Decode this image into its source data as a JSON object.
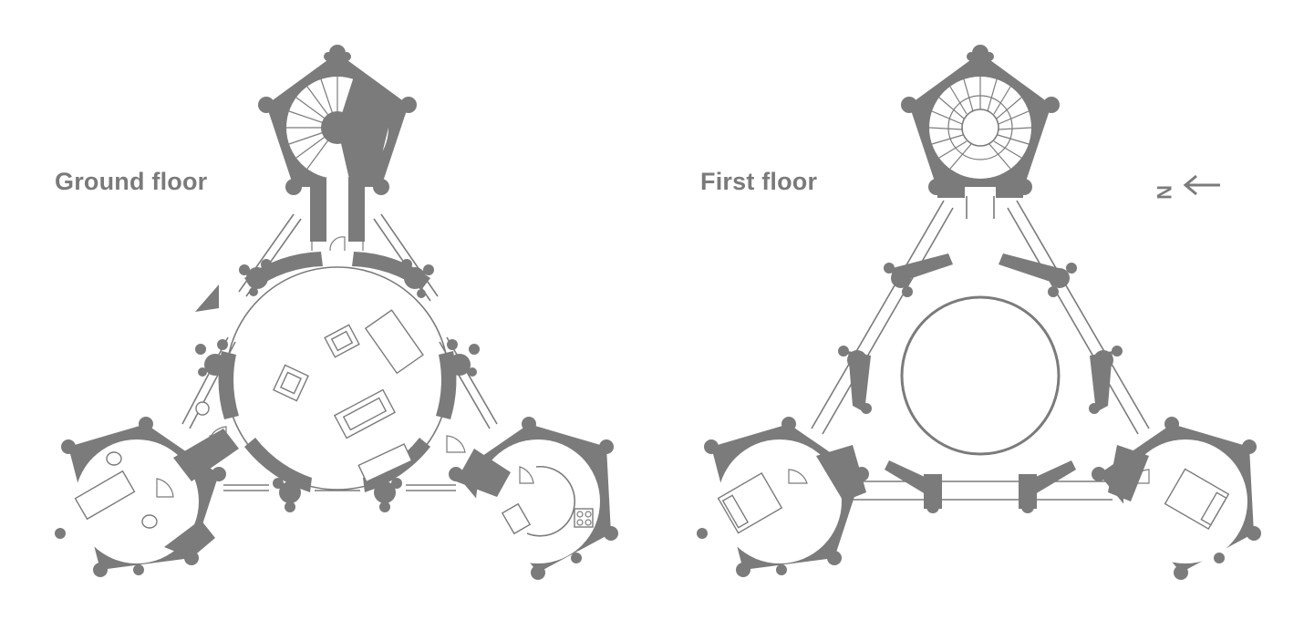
{
  "labels": {
    "ground_floor": "Ground floor",
    "first_floor": "First floor",
    "north_letter": "N"
  },
  "colors": {
    "wall": "#7b7b7b",
    "text": "#7a7a7a",
    "background": "#ffffff"
  },
  "icons": {
    "entrance": "triangle-entrance-icon",
    "north": "north-arrow-icon"
  }
}
